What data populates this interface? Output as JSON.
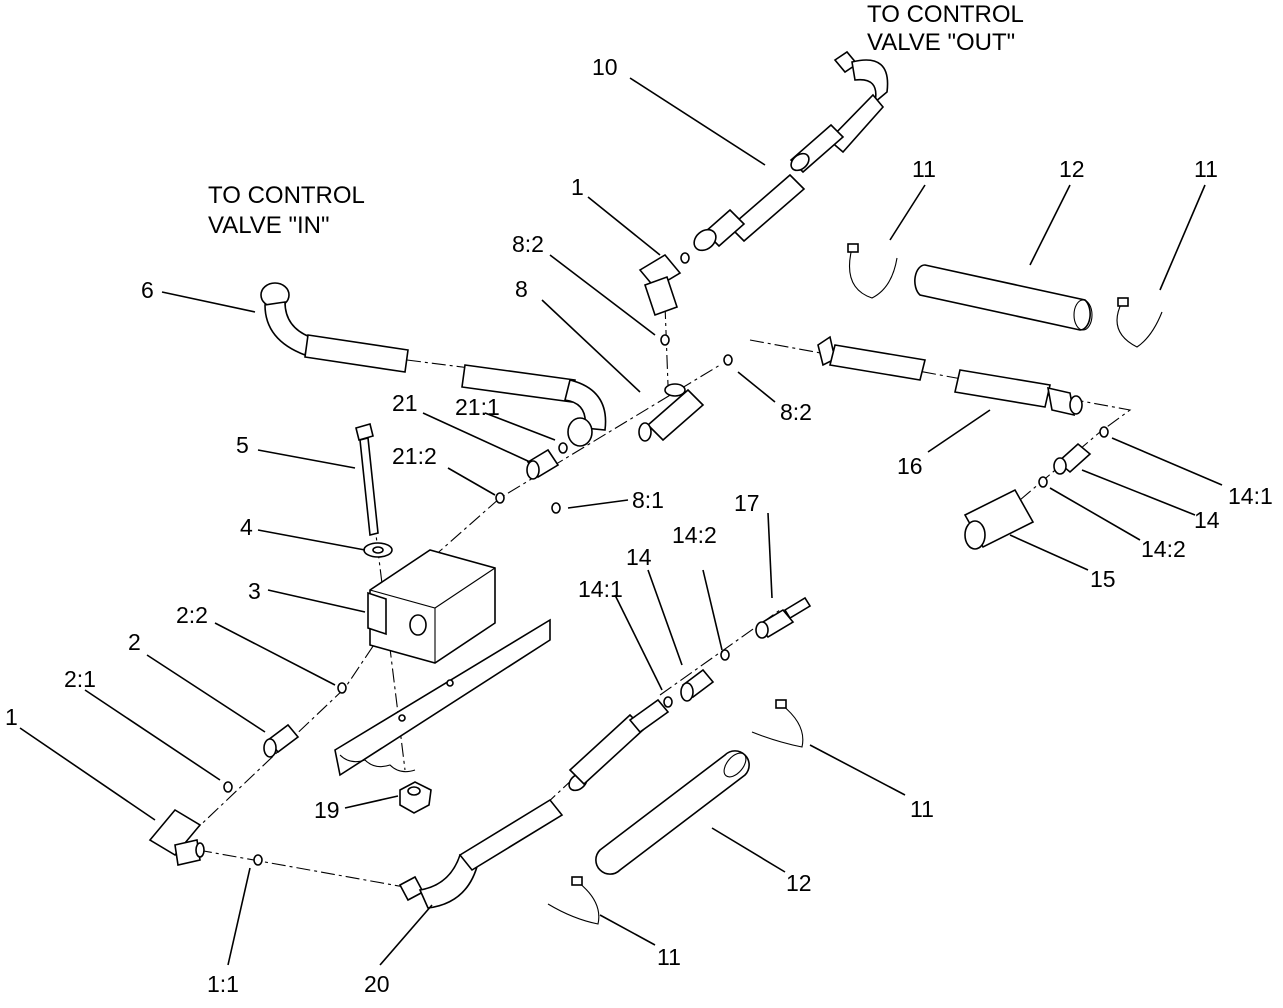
{
  "notes": {
    "out_line1": "TO CONTROL",
    "out_line2": "VALVE \"OUT\"",
    "in_line1": "TO CONTROL",
    "in_line2": "VALVE \"IN\""
  },
  "labels": {
    "l10": "10",
    "l1_top": "1",
    "l8_2_top": "8:2",
    "l8": "8",
    "l8_2_right": "8:2",
    "l11_a": "11",
    "l12_a": "12",
    "l11_b": "11",
    "l16": "16",
    "l14_1_right": "14:1",
    "l14_right": "14",
    "l14_2_right": "14:2",
    "l15": "15",
    "l6": "6",
    "l21": "21",
    "l21_1": "21:1",
    "l21_2": "21:2",
    "l5": "5",
    "l8_1": "8:1",
    "l4": "4",
    "l3": "3",
    "l17": "17",
    "l14_2_mid": "14:2",
    "l14_mid": "14",
    "l14_1_mid": "14:1",
    "l2_2": "2:2",
    "l2": "2",
    "l2_1": "2:1",
    "l1_left": "1",
    "l19": "19",
    "l11_c": "11",
    "l12_b": "12",
    "l11_d": "11",
    "l1_1": "1:1",
    "l20": "20"
  }
}
